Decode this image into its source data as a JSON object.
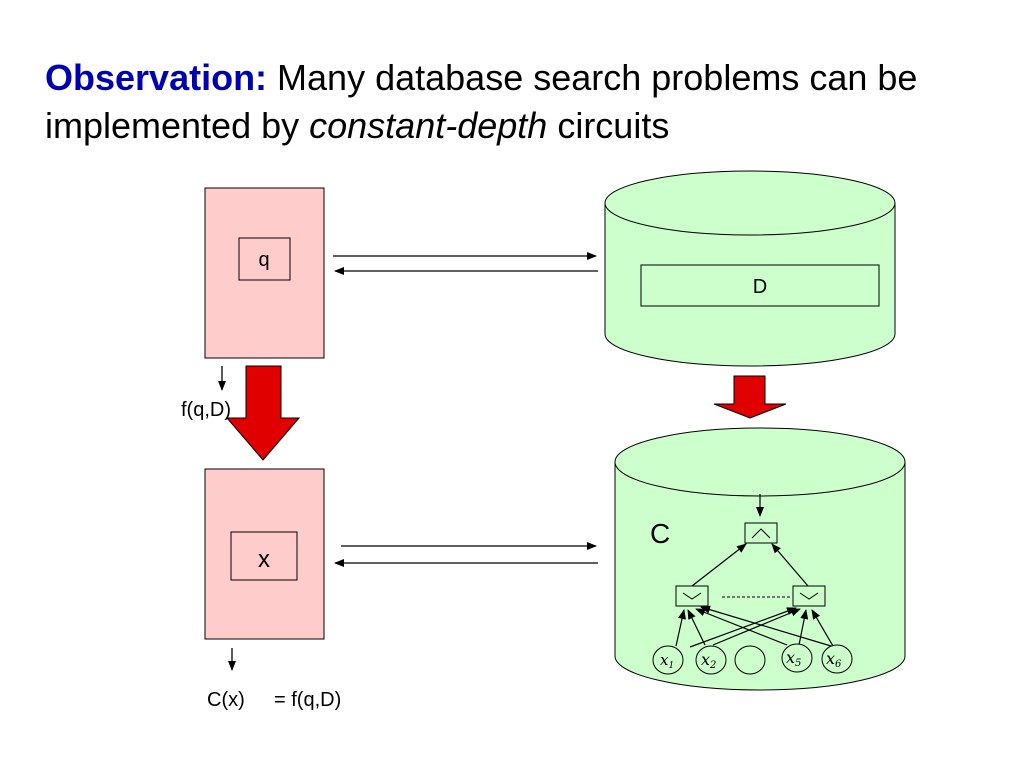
{
  "title": {
    "keyword": "Observation:",
    "text_part1": " Many database search problems can be implemented by ",
    "text_italic": "constant-depth",
    "text_part2": " circuits"
  },
  "diagram": {
    "query_label": "q",
    "db_label": "D",
    "f_label": "f(q,D)",
    "x_label": "x",
    "circuit_label": "C",
    "result_lhs": "C(x)",
    "result_rhs": "= f(q,D)",
    "inputs": {
      "x1": {
        "base": "x",
        "sub": "1"
      },
      "x2": {
        "base": "x",
        "sub": "2"
      },
      "x5": {
        "base": "x",
        "sub": "5"
      },
      "x6": {
        "base": "x",
        "sub": "6"
      }
    }
  },
  "colors": {
    "client_fill": "#ffcccc",
    "db_fill": "#ccffcc",
    "big_arrow": "#e00000",
    "title_keyword": "#0000b3"
  }
}
